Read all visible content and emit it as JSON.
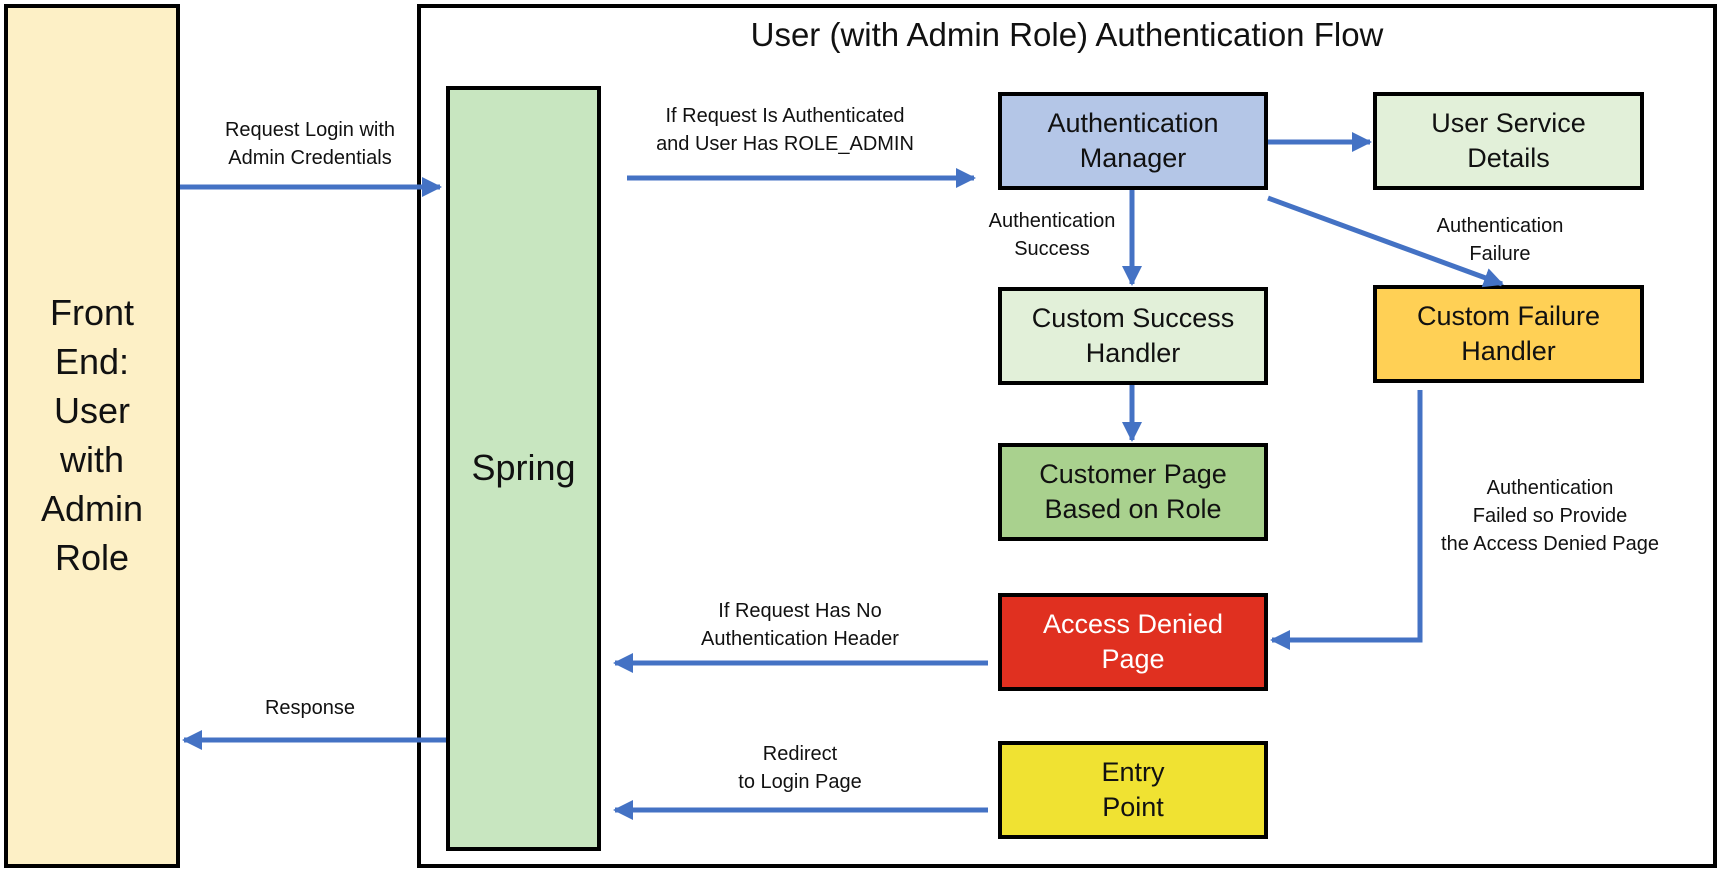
{
  "title": "User (with Admin Role) Authentication Flow",
  "front_end": {
    "label": "Front\nEnd:\nUser\nwith\nAdmin\nRole"
  },
  "spring": {
    "label": "Spring"
  },
  "nodes": {
    "auth_manager": {
      "label": "Authentication\nManager",
      "color": "#b4c6e7"
    },
    "user_service": {
      "label": "User Service\nDetails",
      "color": "#e2f0d9"
    },
    "success_handler": {
      "label": "Custom Success\nHandler",
      "color": "#e2f0d9"
    },
    "failure_handler": {
      "label": "Custom Failure\nHandler",
      "color": "#ffd055"
    },
    "customer_page": {
      "label": "Customer Page\nBased on Role",
      "color": "#a9d18e"
    },
    "access_denied": {
      "label": "Access Denied\nPage",
      "color": "#e03020"
    },
    "entry_point": {
      "label": "Entry\nPoint",
      "color": "#f0e232"
    }
  },
  "edge_labels": {
    "request_login": "Request Login with\nAdmin Credentials",
    "if_authenticated": "If Request Is Authenticated\nand User Has ROLE_ADMIN",
    "auth_success": "Authentication\nSuccess",
    "auth_failure": "Authentication\nFailure",
    "failed_provide": "Authentication\nFailed so Provide\nthe Access Denied Page",
    "no_auth_header": "If Request Has No\nAuthentication Header",
    "response": "Response",
    "redirect": "Redirect\nto Login Page"
  },
  "colors": {
    "arrow": "#4472c4",
    "front_end": "#fdf0c6",
    "spring": "#c8e6c0"
  }
}
